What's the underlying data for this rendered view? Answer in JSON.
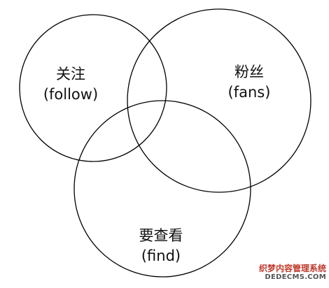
{
  "diagram": {
    "sets": [
      {
        "id": "follow",
        "name": "关注",
        "sub": "(follow)"
      },
      {
        "id": "fans",
        "name": "粉丝",
        "sub": "(fans)"
      },
      {
        "id": "find",
        "name": "要查看",
        "sub": "(find)"
      }
    ]
  },
  "watermark": {
    "line1": "织梦内容管理系统",
    "line2": "DEDECMS.COM"
  }
}
